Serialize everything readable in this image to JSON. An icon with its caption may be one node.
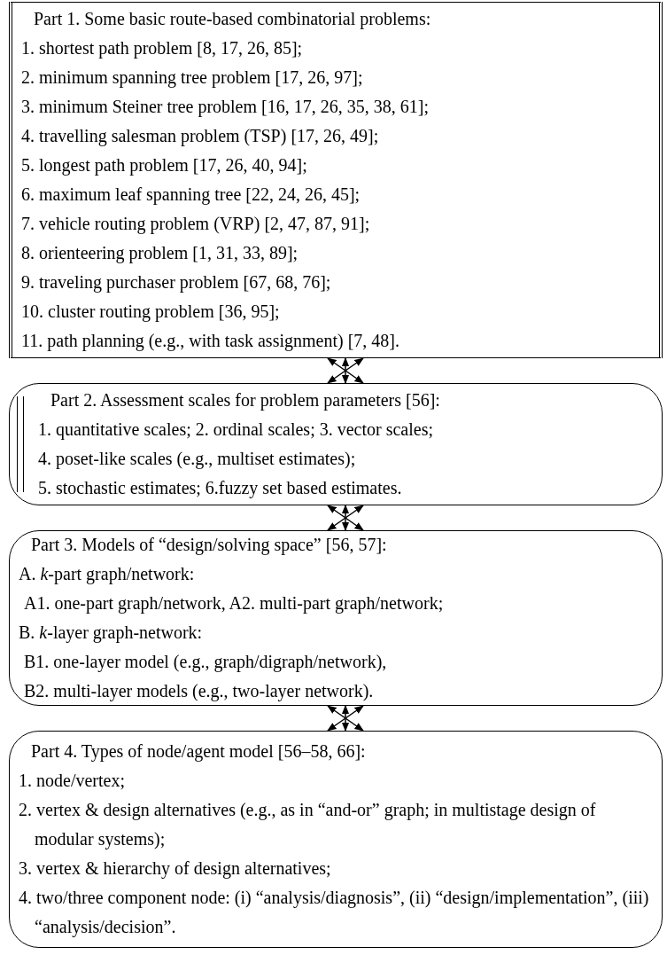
{
  "diagram": {
    "nodes": [
      {
        "text": [
          "Part 1. Some basic route-based combinatorial problems:",
          "1. shortest path problem [8, 17, 26, 85];",
          "2. minimum spanning tree problem [17, 26, 97];",
          "3. minimum Steiner tree problem [16, 17, 26, 35, 38, 61];",
          "4. travelling salesman problem (TSP) [17, 26, 49];",
          "5. longest path problem [17, 26, 40, 94];",
          "6. maximum leaf spanning tree [22, 24, 26, 45];",
          "7. vehicle routing problem (VRP) [2, 47, 87, 91];",
          "8. orienteering problem [1, 31, 33, 89];",
          "9. traveling purchaser problem [67, 68, 76];",
          "10. cluster routing problem [36, 95];",
          "11. path planning (e.g., with task assignment) [7, 48]."
        ]
      },
      {
        "text": [
          "Part 2. Assessment scales for problem parameters [56]:",
          "1. quantitative scales;  2. ordinal scales;  3. vector scales;",
          "4. poset-like scales (e.g., multiset estimates);",
          "5. stochastic estimates; 6.fuzzy set based estimates."
        ]
      },
      {
        "text": [
          "Part 3. Models of “design/solving space” [56, 57]:",
          "A. *k*-part graph/network:",
          "A1. one-part graph/network, A2. multi-part graph/network;",
          "B. *k*-layer graph-network:",
          "B1. one-layer model (e.g., graph/digraph/network),",
          "B2. multi-layer models (e.g., two-layer network)."
        ]
      },
      {
        "text": [
          "Part 4. Types of node/agent model [56–58, 66]:",
          "1. node/vertex;",
          "2. vertex & design alternatives (e.g., as in “and-or” graph; in multistage design of modular systems);",
          "3. vertex & hierarchy of design alternatives;",
          "4. two/three component node: (i) “analysis/diagnosis”, (ii) “design/implementation”, (iii) “analysis/decision”."
        ]
      }
    ],
    "edges": [
      {
        "from": 0,
        "to": 1,
        "arrow": "both"
      },
      {
        "from": 0,
        "to": 1,
        "arrow": "both"
      },
      {
        "from": 0,
        "to": 1,
        "arrow": "both"
      },
      {
        "from": 1,
        "to": 2,
        "arrow": "both"
      },
      {
        "from": 1,
        "to": 2,
        "arrow": "both"
      },
      {
        "from": 1,
        "to": 2,
        "arrow": "both"
      },
      {
        "from": 2,
        "to": 3,
        "arrow": "both"
      },
      {
        "from": 2,
        "to": 3,
        "arrow": "both"
      },
      {
        "from": 2,
        "to": 3,
        "arrow": "both"
      }
    ]
  }
}
